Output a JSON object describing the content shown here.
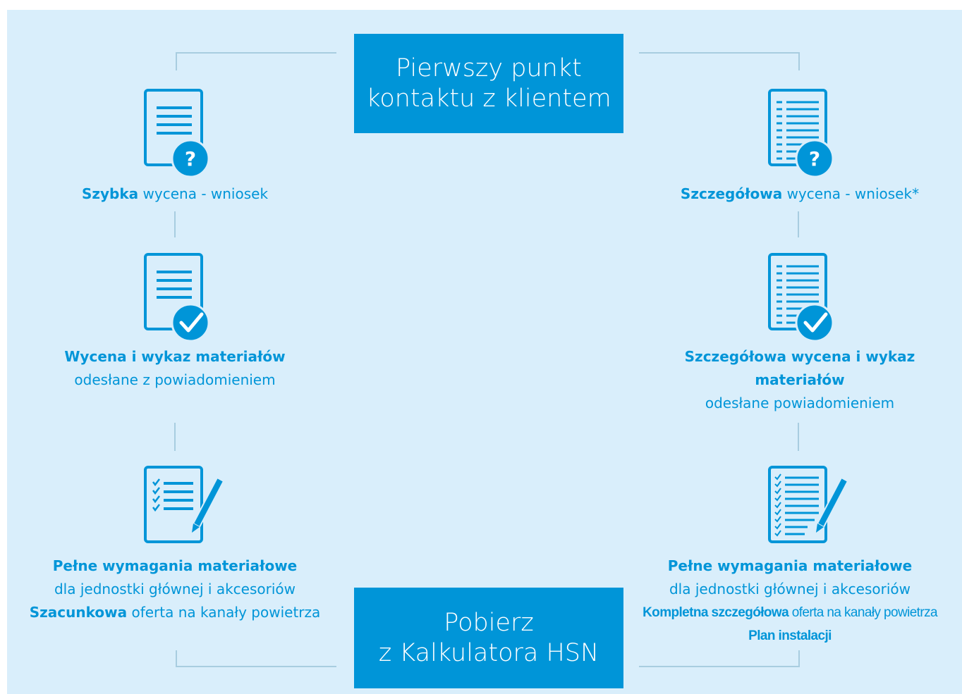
{
  "top_box": {
    "line1": "Pierwszy punkt",
    "line2": "kontaktu z klientem"
  },
  "bottom_box": {
    "line1": "Pobierz",
    "line2": "z Kalkulatora HSN"
  },
  "left": {
    "step1": {
      "bold": "Szybka",
      "rest": " wycena - wniosek",
      "icon": "document-question-icon"
    },
    "step2": {
      "bold": "Wycena i wykaz materiałów",
      "line2": "odesłane z powiadomieniem",
      "icon": "document-check-icon"
    },
    "step3": {
      "line1_bold": "Pełne wymagania materiałowe",
      "line2": "dla jednostki głównej i akcesoriów",
      "line3_bold": "Szacunkowa",
      "line3_rest": " oferta na kanały powietrza",
      "icon": "checklist-pencil-icon"
    }
  },
  "right": {
    "step1": {
      "bold": "Szczegółowa",
      "rest": " wycena - wniosek*",
      "icon": "detailed-document-question-icon"
    },
    "step2": {
      "bold_line1": "Szczegółowa wycena i wykaz",
      "bold_line2": "materiałów",
      "line3": "odesłane powiadomieniem",
      "icon": "detailed-document-check-icon"
    },
    "step3": {
      "line1_bold": "Pełne wymagania materiałowe",
      "line2": "dla jednostki głównej i akcesoriów",
      "line3_bold": "Kompletna szczegółowa",
      "line3_rest": " oferta na kanały powietrza",
      "line4_bold": "Plan instalacji",
      "icon": "detailed-checklist-pencil-icon"
    }
  },
  "colors": {
    "accent": "#0095d8",
    "background": "#d9eefb",
    "connector": "#a8cde0"
  }
}
